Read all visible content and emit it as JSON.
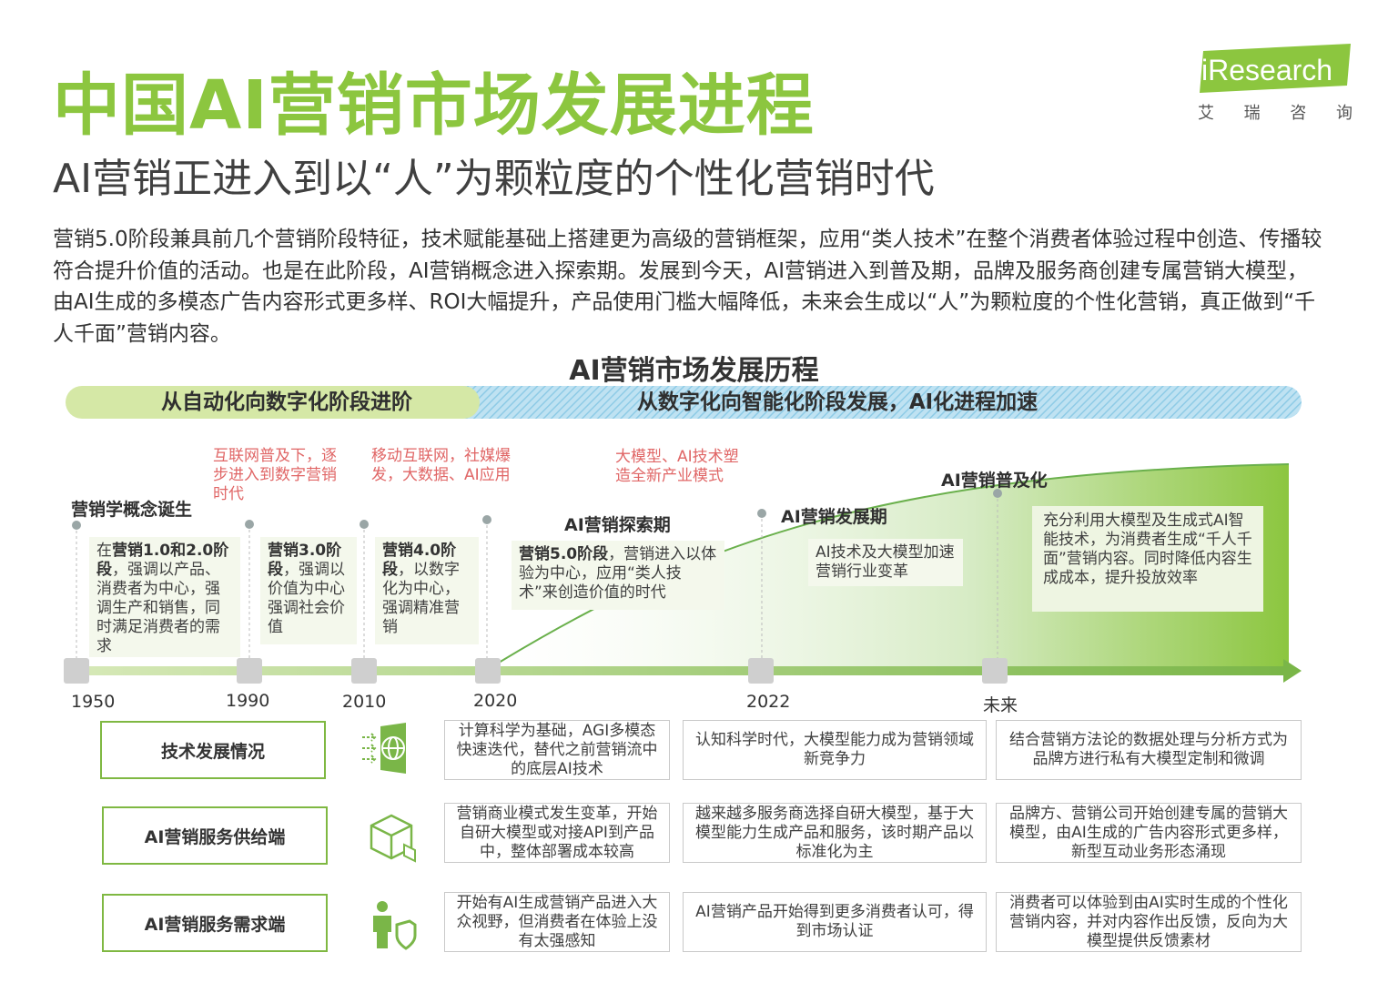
{
  "header": {
    "title": "中国AI营销市场发展进程",
    "subtitle": "AI营销正进入到以“人”为颗粒度的个性化营销时代",
    "logo_text": "iResearch",
    "logo_chars": [
      "艾",
      "瑞",
      "咨",
      "询"
    ]
  },
  "intro": "营销5.0阶段兼具前几个营销阶段特征，技术赋能基础上搭建更为高级的营销框架，应用“类人技术”在整个消费者体验过程中创造、传播较符合提升价值的活动。也是在此阶段，AI营销概念进入探索期。发展到今天，AI营销进入到普及期，品牌及服务商创建专属营销大模型，由AI生成的多模态广告内容形式更多样、ROI大幅提升，产品使用门槛大幅降低，未来会生成以“人”为颗粒度的个性化营销，真正做到“千人千面”营销内容。",
  "timeline": {
    "title": "AI营销市场发展历程",
    "phase1": "从自动化向数字化阶段进阶",
    "phase2": "从数字化向智能化阶段发展，AI化进程加速",
    "years": [
      "1950",
      "1990",
      "2010",
      "2020",
      "2022",
      "未来"
    ],
    "notes": {
      "internet": "互联网普及下，逐步进入到数字营销时代",
      "mobile": "移动互联网，社媒爆发，大数据、AI应用",
      "bigmodel": "大模型、AI技术塑造全新产业模式"
    },
    "stages": {
      "birth": "营销学概念诞生",
      "explore": "AI营销探索期",
      "develop": "AI营销发展期",
      "popular": "AI营销普及化"
    },
    "boxes": {
      "b1_a": "在",
      "b1_bold": "营销1.0和2.0阶段",
      "b1_rest": "，强调以产品、消费者为中心，强调生产和销售，同时满足消费者的需求",
      "b2_bold": "营销3.0阶段",
      "b2_rest": "，强调以价值为中心强调社会价值",
      "b3_bold": "营销4.0阶段",
      "b3_rest": "，以数字化为中心，强调精准营销",
      "b4_bold": "营销5.0阶段",
      "b4_rest": "，营销进入以体验为中心，应用“类人技术”来创造价值的时代",
      "b5": "AI技术及大模型加速营销行业变革",
      "b6": "充分利用大模型及生成式AI智能技术，为消费者生成“千人千面”营销内容。同时降低内容生成成本，提升投放效率"
    }
  },
  "table": {
    "rows": [
      {
        "label": "技术发展情况",
        "icon": "globe-arrows-icon",
        "cells": [
          "计算科学为基础，AGI多模态快速迭代，替代之前营销流中的底层AI技术",
          "认知科学时代，大模型能力成为营销领域新竞争力",
          "结合营销方法论的数据处理与分析方式为品牌方进行私有大模型定制和微调"
        ]
      },
      {
        "label": "AI营销服务供给端",
        "icon": "cube-icon",
        "cells": [
          "营销商业模式发生变革，开始自研大模型或对接API到产品中，整体部署成本较高",
          "越来越多服务商选择自研大模型，基于大模型能力生成产品和服务，该时期产品以标准化为主",
          "品牌方、营销公司开始创建专属的营销大模型，由AI生成的广告内容形式更多样，新型互动业务形态涌现"
        ]
      },
      {
        "label": "AI营销服务需求端",
        "icon": "person-shield-icon",
        "cells": [
          "开始有AI生成营销产品进入大众视野，但消费者在体验上没有太强感知",
          "AI营销产品开始得到更多消费者认可，得到市场认证",
          "消费者可以体验到由AI实时生成的个性化营销内容，并对内容作出反馈，反向为大模型提供反馈素材"
        ]
      }
    ]
  },
  "colors": {
    "brand_green": "#8cc63f",
    "accent_blue": "#9fd3ea",
    "note_red": "#e06666",
    "timeline_green": "#6ab04c"
  }
}
